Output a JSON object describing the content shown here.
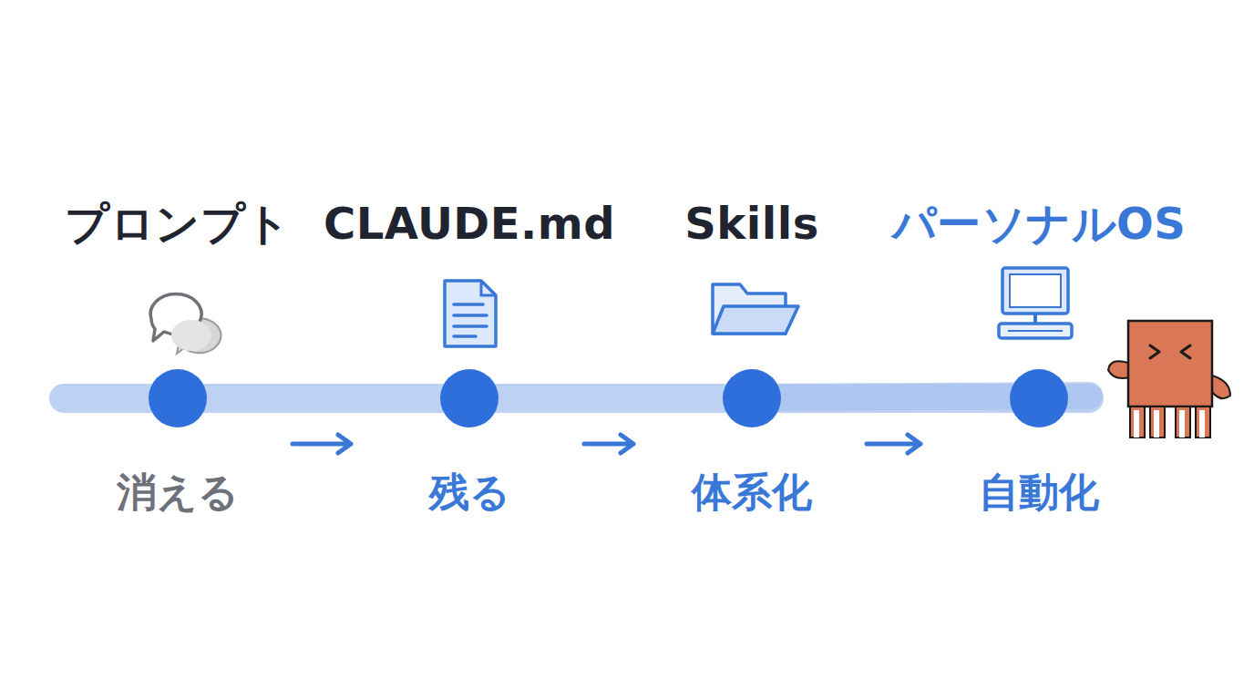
{
  "diagram": {
    "nodes": [
      {
        "text": [
          "プロンプト",
          "消える"
        ]
      },
      {
        "text": [
          "CLAUDE.md",
          "残る"
        ]
      },
      {
        "text": [
          "Skills",
          "体系化"
        ]
      },
      {
        "text": [
          "パーソナルOS",
          "自動化"
        ]
      }
    ],
    "edges": [
      {
        "from": 0,
        "to": 1,
        "arrow": "to"
      },
      {
        "from": 1,
        "to": 2,
        "arrow": "to"
      },
      {
        "from": 2,
        "to": 3,
        "arrow": "to"
      }
    ]
  }
}
